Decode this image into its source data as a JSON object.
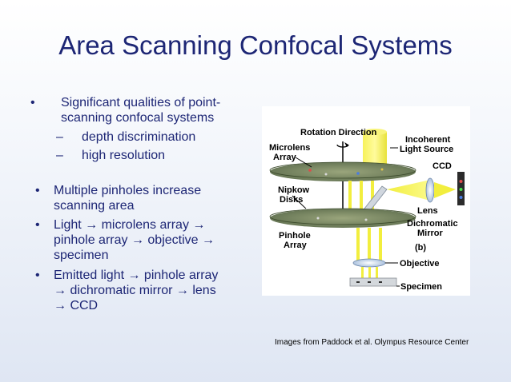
{
  "title": "Area Scanning Confocal Systems",
  "bullets": {
    "b1_marker": "•",
    "b1_line1": "Significant qualities of point-",
    "b1_line2": "scanning confocal systems",
    "sub_marker": "–",
    "sub1": "depth discrimination",
    "sub2": "high resolution",
    "b2_line1": "Multiple pinholes increase",
    "b2_line2": "scanning area",
    "b3_line1": "Light → microlens array →",
    "b3_line2": "pinhole array → objective →",
    "b3_line3": "specimen",
    "b4_line1": "Emitted light → pinhole array",
    "b4_line2": "→ dichromatic mirror → lens",
    "b4_line3": "→ CCD"
  },
  "diagram": {
    "rotation": "Rotation Direction",
    "microlens1": "Microlens",
    "microlens2": "Array",
    "incoherent1": "Incoherent",
    "incoherent2": "Light Source",
    "ccd": "CCD",
    "nipkow1": "Nipkow",
    "nipkow2": "Disks",
    "lens": "Lens",
    "dichromatic1": "Dichromatic",
    "dichromatic2": "Mirror",
    "pinhole1": "Pinhole",
    "pinhole2": "Array",
    "b_label": "(b)",
    "objective": "Objective",
    "specimen": "Specimen"
  },
  "credit": "Images from Paddock et al. Olympus Resource Center",
  "colors": {
    "text": "#1d2675",
    "light_beam": "#f3f34a",
    "disk_top": "#7d8f6a",
    "label": "#000000"
  }
}
